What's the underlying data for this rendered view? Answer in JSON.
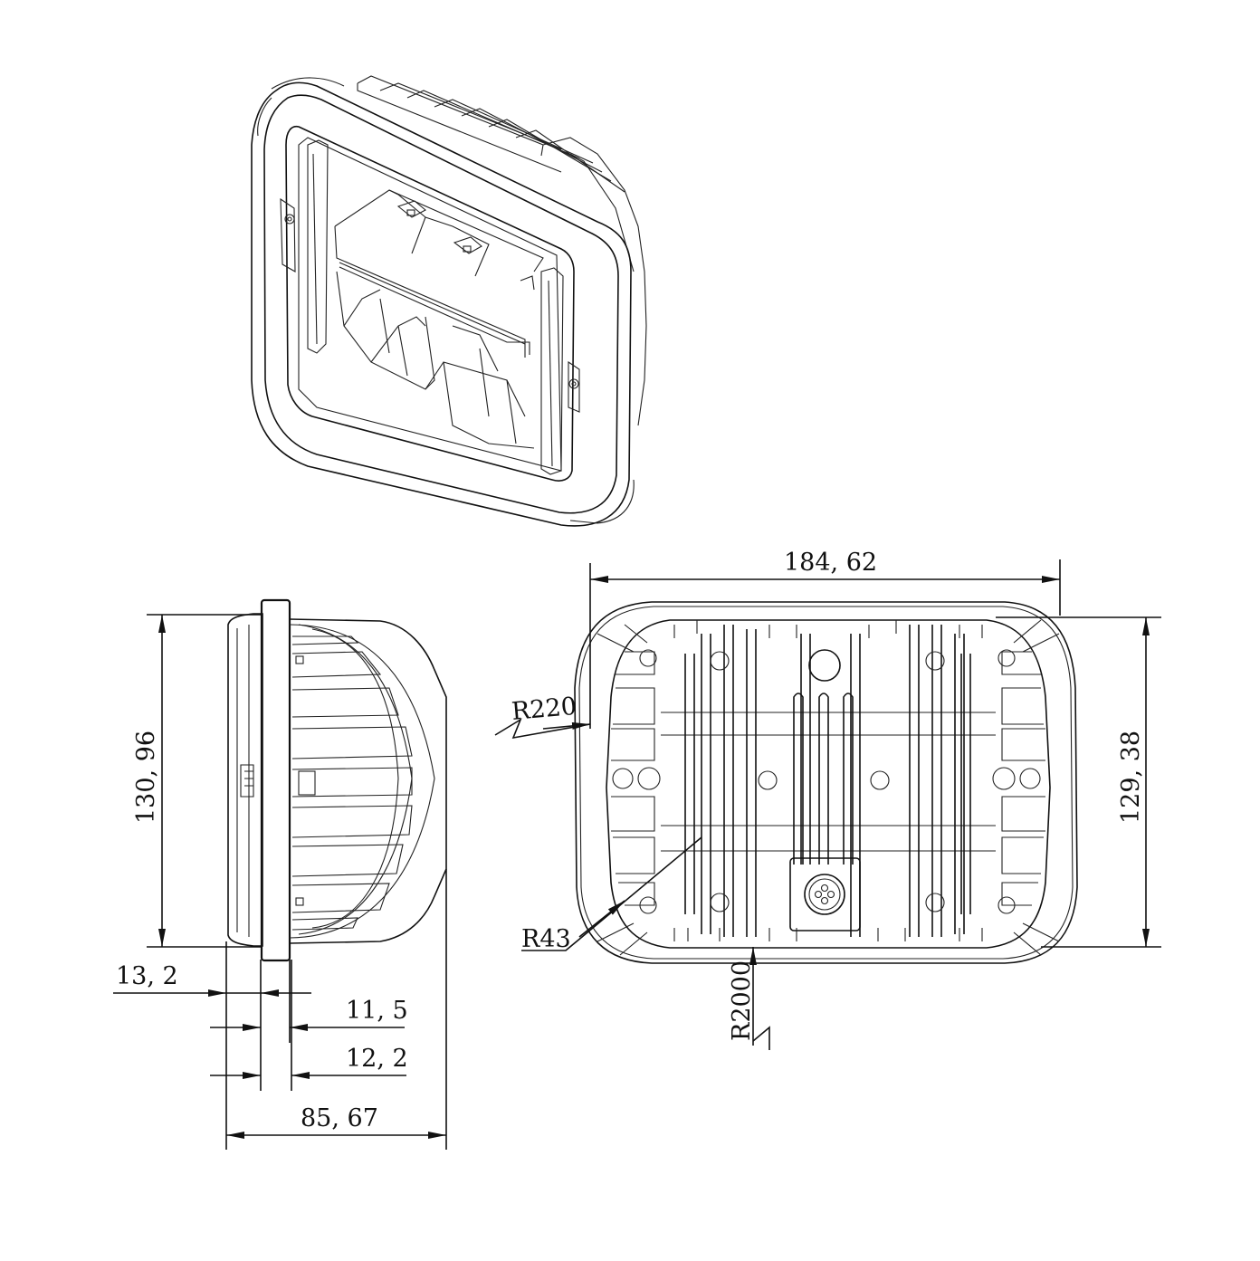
{
  "drawing": {
    "title": "Rectangular LED headlight dimension drawing",
    "views": [
      "isometric-view",
      "side-view",
      "rear-view"
    ],
    "line_color": "#111111",
    "background": "#ffffff"
  },
  "dimensions": {
    "overall_width": "184, 62",
    "rear_height": "129, 38",
    "side_height": "130, 96",
    "overall_depth": "85, 67",
    "flange_offset": "13, 2",
    "flange_thickness_a": "11, 5",
    "flange_thickness_b": "12, 2",
    "radius_side": "R220",
    "radius_corner": "R43",
    "radius_bottom": "R2000"
  }
}
